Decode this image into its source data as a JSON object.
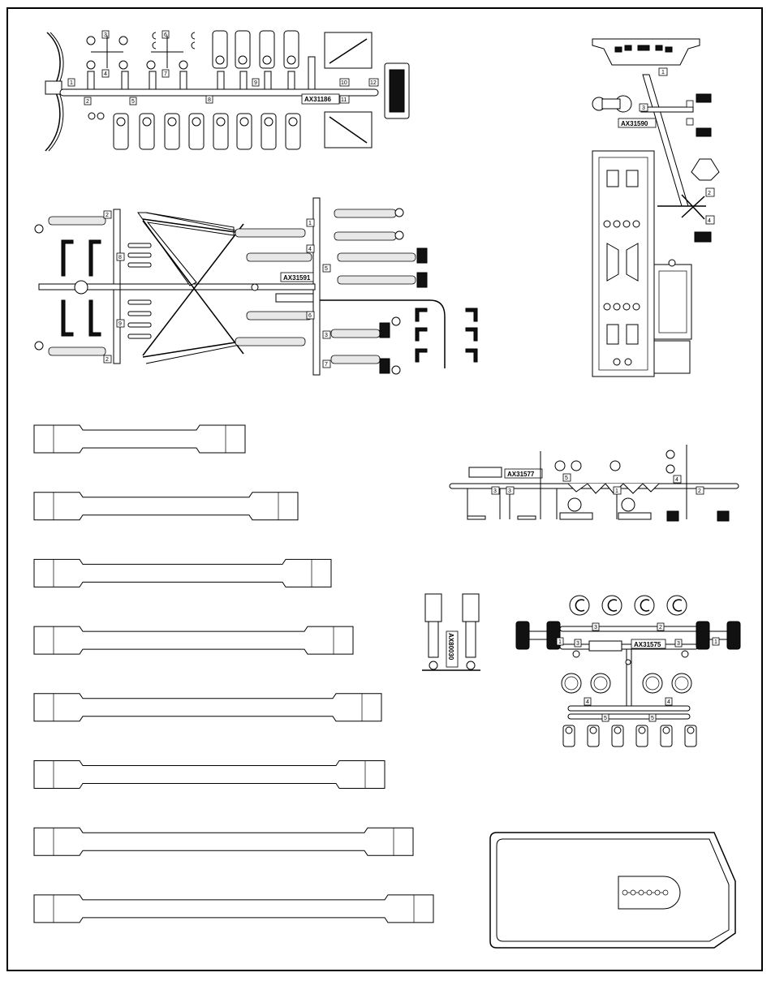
{
  "sprues": [
    {
      "id": "sprue-ax31186",
      "code": "AX31186",
      "gate_numbers": [
        "1",
        "2",
        "3",
        "4",
        "5",
        "6",
        "7",
        "8",
        "9",
        "10",
        "11",
        "12"
      ]
    },
    {
      "id": "sprue-ax31590",
      "code": "AX31590",
      "gate_numbers": [
        "1",
        "2",
        "3",
        "4"
      ]
    },
    {
      "id": "sprue-ax31591",
      "code": "AX31591",
      "gate_numbers": [
        "1",
        "2",
        "3",
        "4",
        "5",
        "6",
        "7",
        "8",
        "9"
      ]
    },
    {
      "id": "sprue-ax31577",
      "code": "AX31577",
      "gate_numbers": [
        "1",
        "2",
        "3",
        "4",
        "5"
      ]
    },
    {
      "id": "sprue-ax80030",
      "code": "AX80030"
    },
    {
      "id": "sprue-ax31575",
      "code": "AX31575",
      "gate_numbers": [
        "1",
        "2",
        "3",
        "4",
        "5"
      ]
    }
  ],
  "links": {
    "count": 8
  },
  "tray": {
    "present": true
  }
}
